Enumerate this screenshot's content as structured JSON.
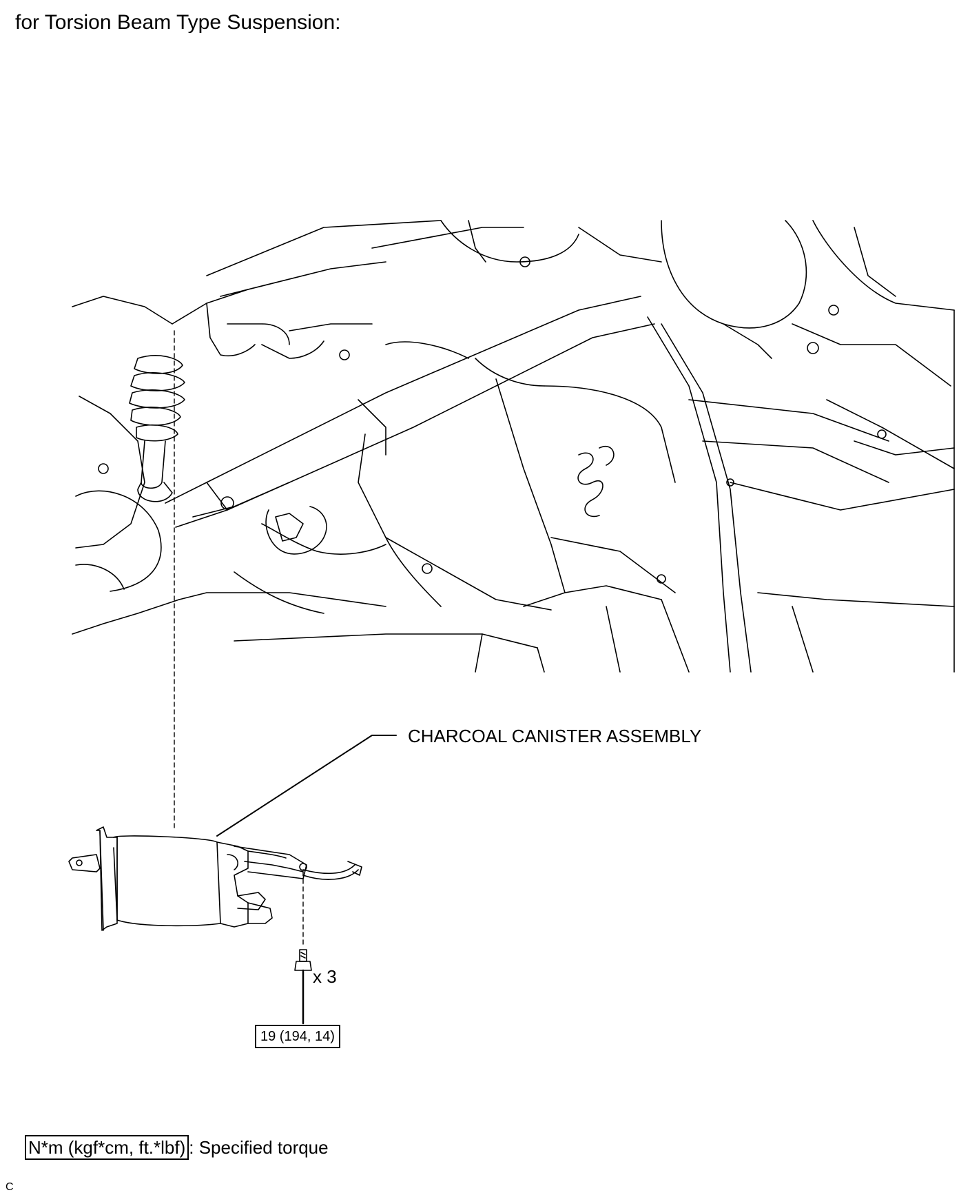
{
  "title": "for Torsion Beam Type Suspension:",
  "callouts": {
    "part_name": "CHARCOAL CANISTER ASSEMBLY",
    "bolt_quantity": "x 3",
    "torque_value": "19 (194, 14)"
  },
  "legend": {
    "unit_box": "N*m (kgf*cm, ft.*lbf)",
    "description": ": Specified torque"
  },
  "footer": {
    "letter": "C"
  },
  "icons": [
    "bolt-icon"
  ],
  "colors": {
    "ink": "#000000",
    "background": "#ffffff"
  }
}
